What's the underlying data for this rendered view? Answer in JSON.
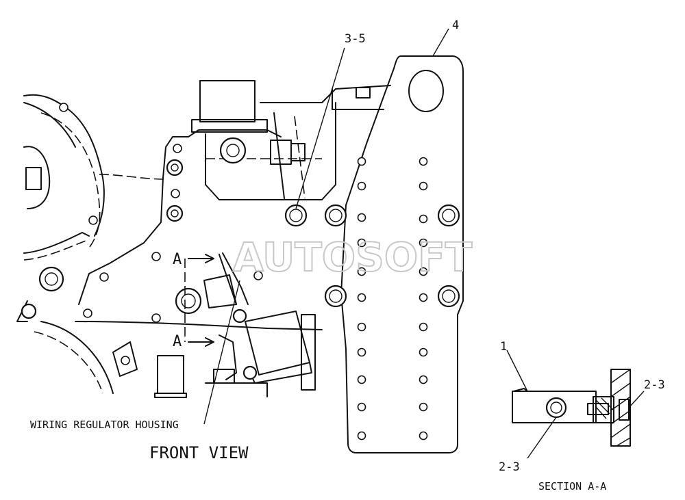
{
  "labels": {
    "callout_4": "4",
    "callout_3_5": "3-5",
    "callout_1": "1",
    "callout_2_3_right": "2-3",
    "callout_2_3_bottom": "2-3",
    "section_a_top": "A",
    "section_a_bottom": "A",
    "wiring_regulator_housing": "WIRING REGULATOR HOUSING",
    "front_view": "FRONT VIEW",
    "section_a_a": "SECTION A-A"
  },
  "watermark": "AUTOSOFT"
}
